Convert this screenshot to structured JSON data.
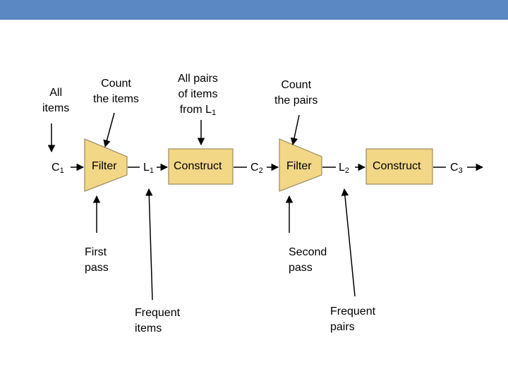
{
  "header": {
    "bar_color": "#5b87c2"
  },
  "colors": {
    "filter_fill": "#f2d787",
    "filter_stroke": "#9a8a5c",
    "construct_fill": "#f2d787",
    "construct_stroke": "#9a8a5c"
  },
  "labels": {
    "all_items": [
      "All",
      "items"
    ],
    "count_items": [
      "Count",
      "the items"
    ],
    "all_pairs": [
      "All pairs",
      "of items",
      "from L"
    ],
    "all_pairs_sub": "1",
    "count_pairs": [
      "Count",
      "the pairs"
    ],
    "first_pass": [
      "First",
      "pass"
    ],
    "second_pass": [
      "Second",
      "pass"
    ],
    "frequent_items": [
      "Frequent",
      "items"
    ],
    "frequent_pairs": [
      "Frequent",
      "pairs"
    ]
  },
  "symbols": {
    "c1": {
      "base": "C",
      "sub": "1"
    },
    "l1": {
      "base": "L",
      "sub": "1"
    },
    "c2": {
      "base": "C",
      "sub": "2"
    },
    "l2": {
      "base": "L",
      "sub": "2"
    },
    "c3": {
      "base": "C",
      "sub": "3"
    }
  },
  "boxes": {
    "filter1": "Filter",
    "construct1": "Construct",
    "filter2": "Filter",
    "construct2": "Construct"
  }
}
